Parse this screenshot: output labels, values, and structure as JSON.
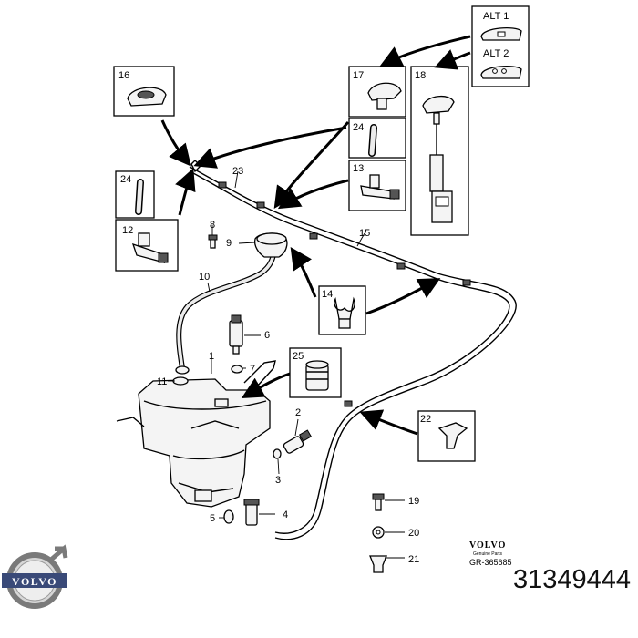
{
  "callouts": {
    "c1": "1",
    "c2": "2",
    "c3": "3",
    "c4": "4",
    "c5": "5",
    "c6": "6",
    "c7": "7",
    "c8": "8",
    "c9": "9",
    "c10": "10",
    "c11": "11",
    "c12": "12",
    "c13": "13",
    "c14": "14",
    "c15": "15",
    "c16": "16",
    "c17": "17",
    "c18": "18",
    "c19": "19",
    "c20": "20",
    "c21": "21",
    "c22": "22",
    "c23": "23",
    "c24a": "24",
    "c24b": "24",
    "c25": "25"
  },
  "alternatives": {
    "alt1": "ALT 1",
    "alt2": "ALT 2"
  },
  "brand": {
    "name": "VOLVO",
    "sub": "Genuine Parts",
    "ref": "GR-365685"
  },
  "logo": {
    "text": "VOLVO"
  },
  "part_number": "31349444"
}
